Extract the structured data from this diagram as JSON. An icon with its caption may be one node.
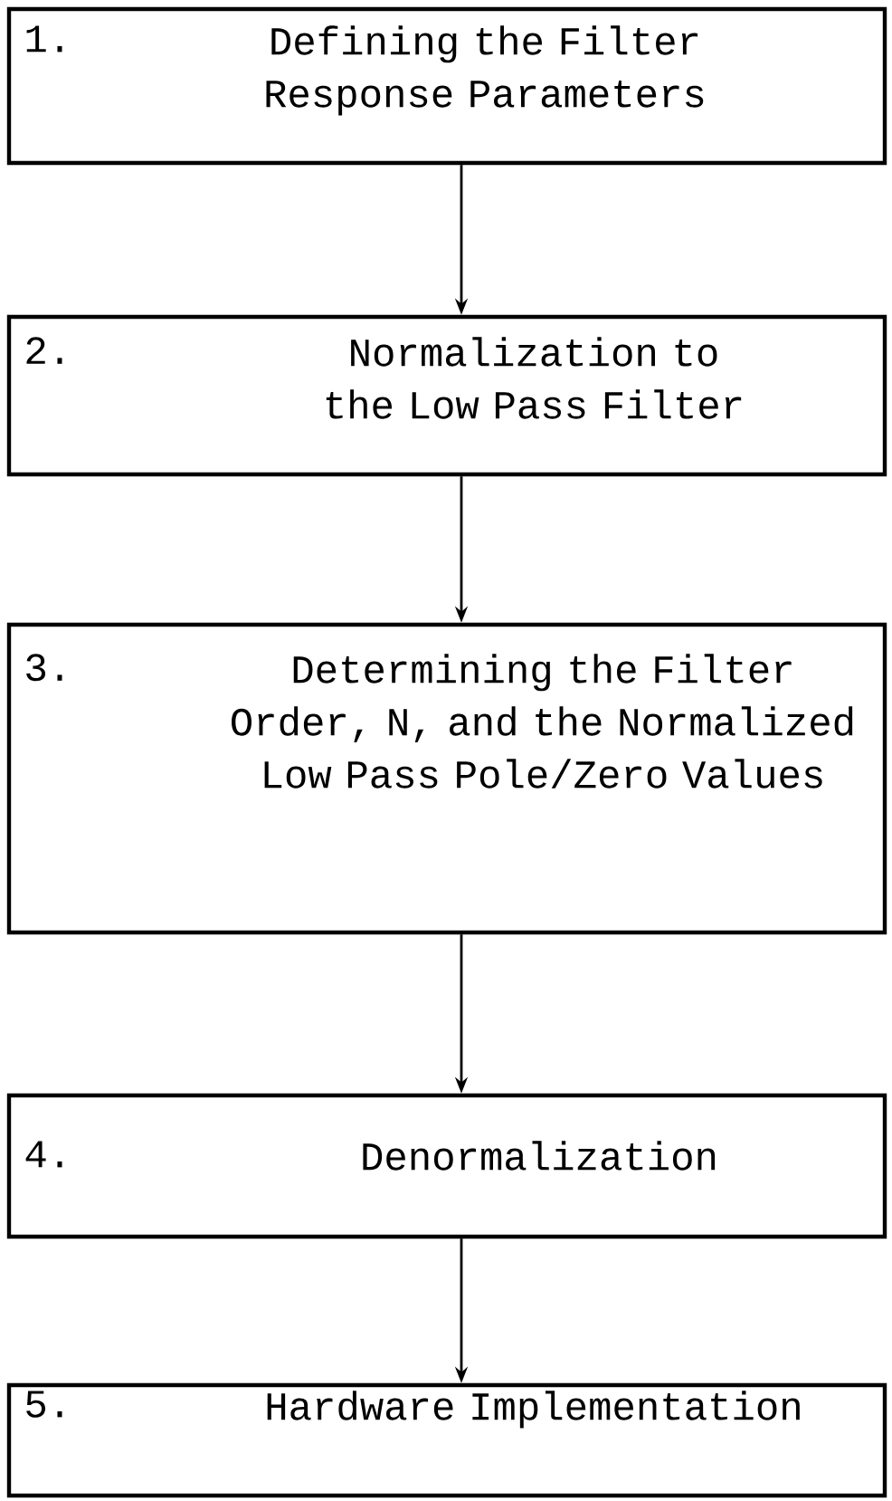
{
  "diagram": {
    "nodes": [
      {
        "text": [
          "1.",
          "Defining the Filter Response Parameters"
        ]
      },
      {
        "text": [
          "2.",
          "Normalization to the Low Pass Filter"
        ]
      },
      {
        "text": [
          "3.",
          "Determining the Filter Order, N, and the Normalized Low Pass Pole/Zero Values"
        ]
      },
      {
        "text": [
          "4.",
          "Denormalization"
        ]
      },
      {
        "text": [
          "5.",
          "Hardware Implementation"
        ]
      }
    ],
    "edges": [
      {
        "from": 0,
        "to": 1,
        "arrow": "to"
      },
      {
        "from": 1,
        "to": 2,
        "arrow": "to"
      },
      {
        "from": 2,
        "to": 3,
        "arrow": "to"
      },
      {
        "from": 3,
        "to": 4,
        "arrow": "to"
      }
    ]
  }
}
